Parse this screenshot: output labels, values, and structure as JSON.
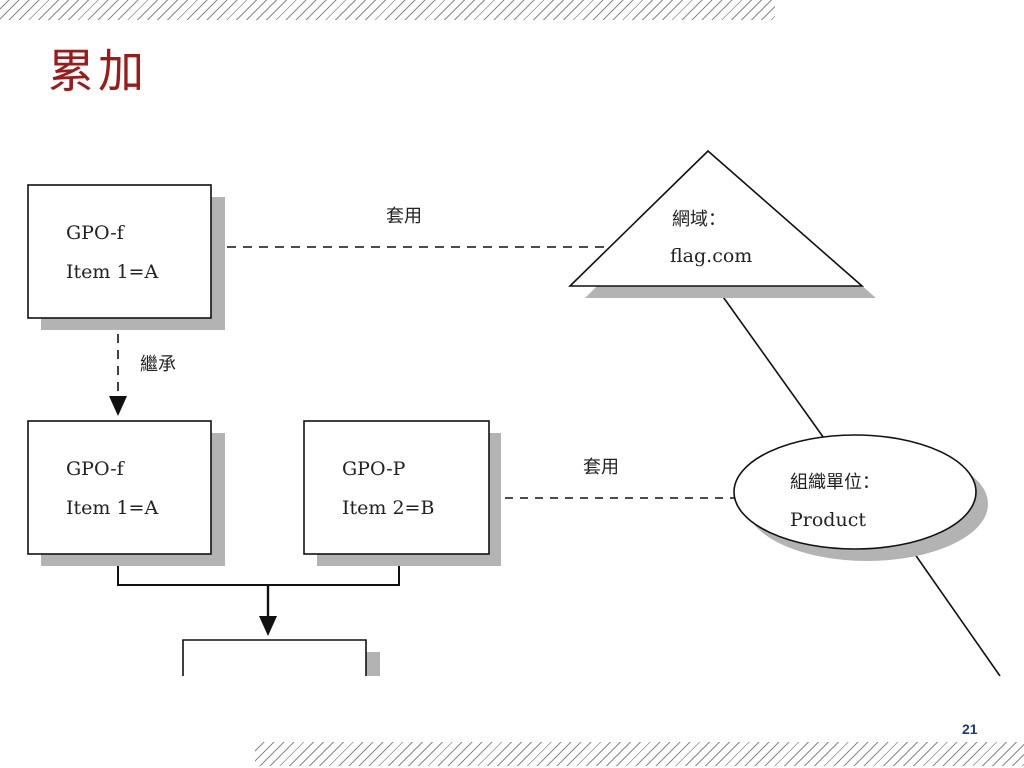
{
  "title": "累加",
  "page_number": "21",
  "diagram": {
    "gpo_f_top": {
      "line1": "GPO-f",
      "line2": "Item  1=A"
    },
    "gpo_f_bottom": {
      "line1": "GPO-f",
      "line2": "Item  1=A"
    },
    "gpo_p": {
      "line1": "GPO-P",
      "line2": "Item  2=B"
    },
    "domain": {
      "line1": "網域：",
      "line2": "flag.com"
    },
    "ou": {
      "line1": "組織單位：",
      "line2": "Product"
    },
    "edge_apply_domain": "套用",
    "edge_apply_ou": "套用",
    "edge_inherit": "繼承"
  },
  "colors": {
    "title": "#9b1a1a",
    "page_number": "#1f3a7a",
    "shadow": "#b3b3b3",
    "line": "#111111"
  }
}
